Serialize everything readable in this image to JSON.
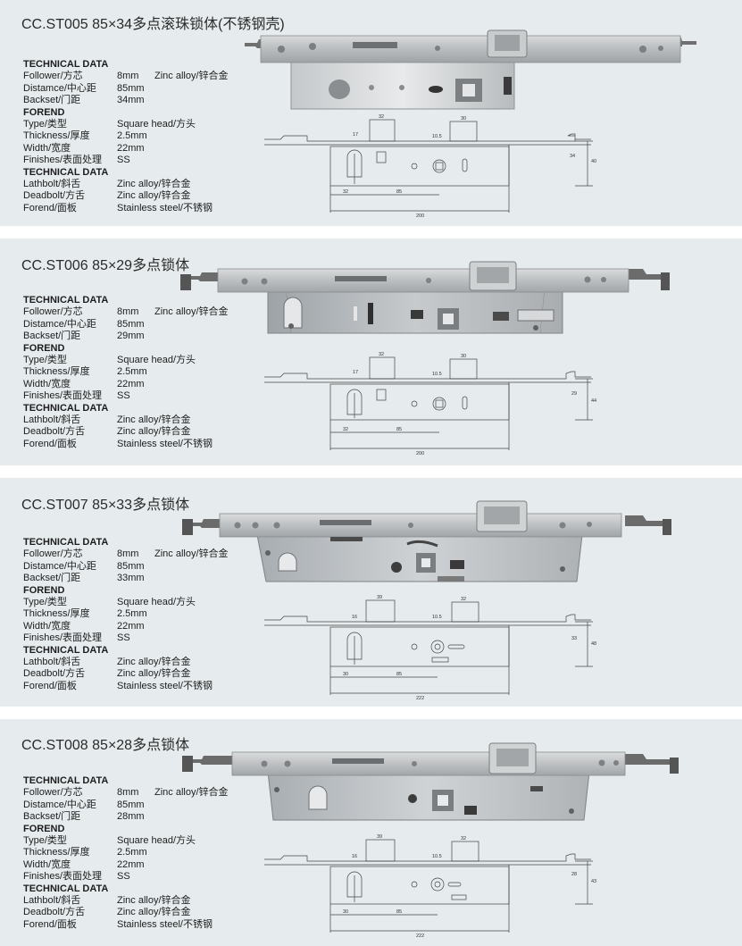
{
  "products": [
    {
      "title": "CC.ST005   85×34多点滚珠锁体(不锈钢壳)",
      "specs": [
        {
          "label": "TECHNICAL DATA",
          "heading": true
        },
        {
          "label": "Follower/方芯",
          "value": "8mm",
          "extra": "Zinc alloy/锌合金"
        },
        {
          "label": "Distamce/中心距",
          "value": "85mm"
        },
        {
          "label": "Backset/门距",
          "value": "34mm"
        },
        {
          "label": "FOREND",
          "heading": true
        },
        {
          "label": "Type/类型",
          "value": "Square head/方头"
        },
        {
          "label": "Thickness/厚度",
          "value": "2.5mm"
        },
        {
          "label": "Width/宽度",
          "value": "  22mm"
        },
        {
          "label": "Finishes/表面处理",
          "value": "SS"
        },
        {
          "label": "TECHNICAL DATA",
          "heading": true
        },
        {
          "label": "Lathbolt/斜舌",
          "value": "Zinc alloy/锌合金"
        },
        {
          "label": "Deadbolt/方舌",
          "value": "Zinc alloy/锌合金"
        },
        {
          "label": "Forend/面板",
          "value": "Stainless steel/不锈钢"
        }
      ],
      "dims": {
        "top_left": "32",
        "top_right": "30",
        "side_left": "17",
        "side_mid": "10.5",
        "right_inner": "34",
        "right_outer": "40",
        "bottom_a": "32",
        "bottom_b": "85",
        "total": "200"
      }
    },
    {
      "title": "CC.ST006   85×29多点锁体",
      "specs": [
        {
          "label": "TECHNICAL DATA",
          "heading": true
        },
        {
          "label": "Follower/方芯",
          "value": "8mm",
          "extra": "Zinc alloy/锌合金"
        },
        {
          "label": "Distamce/中心距",
          "value": "85mm"
        },
        {
          "label": "Backset/门距",
          "value": "29mm"
        },
        {
          "label": "FOREND",
          "heading": true
        },
        {
          "label": "Type/类型",
          "value": "Square head/方头"
        },
        {
          "label": "Thickness/厚度",
          "value": "2.5mm"
        },
        {
          "label": "Width/宽度",
          "value": "  22mm"
        },
        {
          "label": "Finishes/表面处理",
          "value": "SS"
        },
        {
          "label": "TECHNICAL DATA",
          "heading": true
        },
        {
          "label": "Lathbolt/斜舌",
          "value": "Zinc alloy/锌合金"
        },
        {
          "label": "Deadbolt/方舌",
          "value": "Zinc alloy/锌合金"
        },
        {
          "label": "Forend/面板",
          "value": "Stainless steel/不锈钢"
        }
      ],
      "dims": {
        "top_left": "32",
        "top_right": "30",
        "side_left": "17",
        "side_mid": "10.5",
        "right_inner": "29",
        "right_outer": "44",
        "bottom_a": "32",
        "bottom_b": "85",
        "total": "200"
      }
    },
    {
      "title": "CC.ST007   85×33多点锁体",
      "specs": [
        {
          "label": "TECHNICAL DATA",
          "heading": true
        },
        {
          "label": "Follower/方芯",
          "value": "8mm",
          "extra": "Zinc alloy/锌合金"
        },
        {
          "label": "Distamce/中心距",
          "value": "85mm"
        },
        {
          "label": "Backset/门距",
          "value": "33mm"
        },
        {
          "label": "FOREND",
          "heading": true
        },
        {
          "label": "Type/类型",
          "value": "Square head/方头"
        },
        {
          "label": "Thickness/厚度",
          "value": "2.5mm"
        },
        {
          "label": "Width/宽度",
          "value": "  22mm"
        },
        {
          "label": "Finishes/表面处理",
          "value": "SS"
        },
        {
          "label": "TECHNICAL DATA",
          "heading": true
        },
        {
          "label": "Lathbolt/斜舌",
          "value": "Zinc alloy/锌合金"
        },
        {
          "label": "Deadbolt/方舌",
          "value": "Zinc alloy/锌合金"
        },
        {
          "label": "Forend/面板",
          "value": "Stainless steel/不锈钢"
        }
      ],
      "dims": {
        "top_left": "39",
        "top_right": "32",
        "side_left": "16",
        "side_mid": "10.5",
        "right_inner": "33",
        "right_outer": "48",
        "bottom_a": "30",
        "bottom_b": "85",
        "total": "222"
      }
    },
    {
      "title": "CC.ST008   85×28多点锁体",
      "specs": [
        {
          "label": "TECHNICAL DATA",
          "heading": true
        },
        {
          "label": "Follower/方芯",
          "value": "8mm",
          "extra": "Zinc alloy/锌合金"
        },
        {
          "label": "Distamce/中心距",
          "value": "85mm"
        },
        {
          "label": "Backset/门距",
          "value": "28mm"
        },
        {
          "label": "FOREND",
          "heading": true
        },
        {
          "label": "Type/类型",
          "value": "Square head/方头"
        },
        {
          "label": "Thickness/厚度",
          "value": "2.5mm"
        },
        {
          "label": "Width/宽度",
          "value": "  22mm"
        },
        {
          "label": "Finishes/表面处理",
          "value": "SS"
        },
        {
          "label": "TECHNICAL DATA",
          "heading": true
        },
        {
          "label": "Lathbolt/斜舌",
          "value": "Zinc alloy/锌合金"
        },
        {
          "label": "Deadbolt/方舌",
          "value": "Zinc alloy/锌合金"
        },
        {
          "label": "Forend/面板",
          "value": "Stainless steel/不锈钢"
        }
      ],
      "dims": {
        "top_left": "39",
        "top_right": "32",
        "side_left": "16",
        "side_mid": "10.5",
        "right_inner": "28",
        "right_outer": "43",
        "bottom_a": "30",
        "bottom_b": "85",
        "total": "222"
      }
    }
  ]
}
